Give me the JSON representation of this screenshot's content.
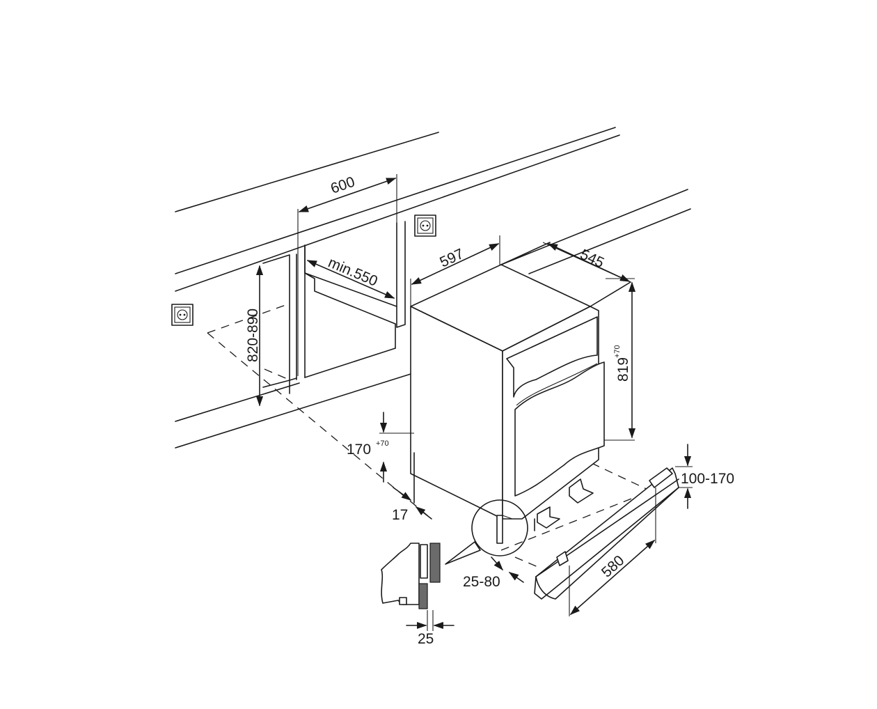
{
  "dimensions": {
    "d600": "600",
    "min550": "min.550",
    "d597": "597",
    "d545": "545",
    "d820_890": "820-890",
    "d819": "819",
    "d819_sup": "+70",
    "d170": "170",
    "d170_sup": "+70",
    "d17": "17",
    "d100_170": "100-170",
    "d580": "580",
    "d25_80": "25-80",
    "d25": "25"
  },
  "colors": {
    "line": "#1a1a1a",
    "panel_fill": "#6b6b6b",
    "background": "#ffffff"
  }
}
